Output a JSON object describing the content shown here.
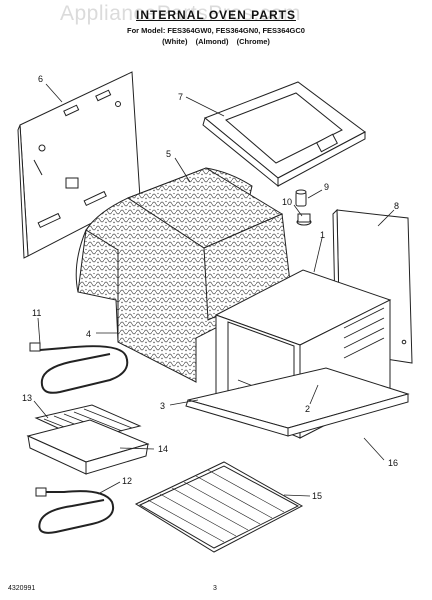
{
  "watermark": "AppliancePartsPros.com",
  "header": {
    "title": "INTERNAL OVEN PARTS",
    "model_line": "For Model: FES364GW0, FES364GN0, FES364GC0",
    "color_variants": [
      "(White)",
      "(Almond)",
      "(Chrome)"
    ]
  },
  "footer": {
    "doc_number": "4320991",
    "page_number": "3"
  },
  "callouts": [
    "1",
    "2",
    "3",
    "4",
    "5",
    "6",
    "7",
    "8",
    "9",
    "10",
    "11",
    "12",
    "13",
    "14",
    "15",
    "16"
  ]
}
